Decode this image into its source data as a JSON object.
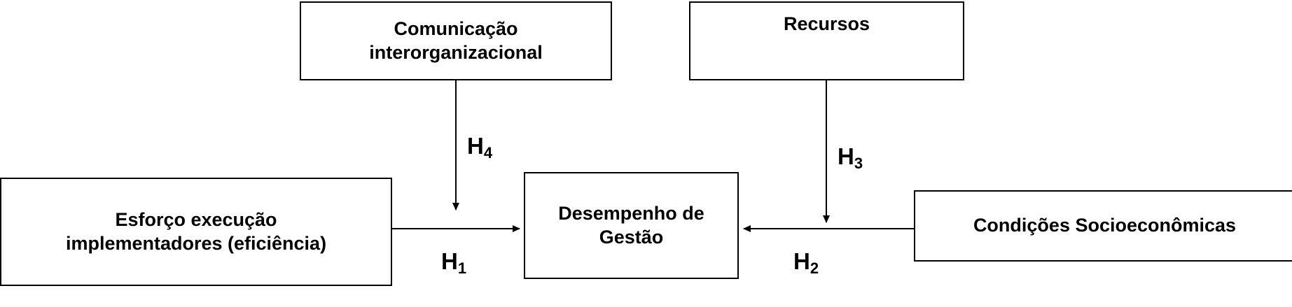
{
  "diagram": {
    "type": "flow-diagram",
    "nodes": [
      {
        "id": "comunicacao",
        "label": "Comunicação\ninterorganizacional"
      },
      {
        "id": "recursos",
        "label": "Recursos"
      },
      {
        "id": "esforco",
        "label": "Esforço execução\nimplementadores (eficiência)"
      },
      {
        "id": "desempenho",
        "label": "Desempenho de\nGestão"
      },
      {
        "id": "condicoes",
        "label": "Condições Socioeconômicas"
      }
    ],
    "edges": [
      {
        "id": "h4",
        "from": "comunicacao",
        "to": "desempenho",
        "label": "H",
        "subscript": "4"
      },
      {
        "id": "h3",
        "from": "recursos",
        "to": "desempenho",
        "label": "H",
        "subscript": "3"
      },
      {
        "id": "h1",
        "from": "esforco",
        "to": "desempenho",
        "label": "H",
        "subscript": "1"
      },
      {
        "id": "h2",
        "from": "condicoes",
        "to": "desempenho",
        "label": "H",
        "subscript": "2"
      }
    ],
    "colors": {
      "stroke": "#000000",
      "background": "#ffffff",
      "text": "#000000"
    }
  }
}
